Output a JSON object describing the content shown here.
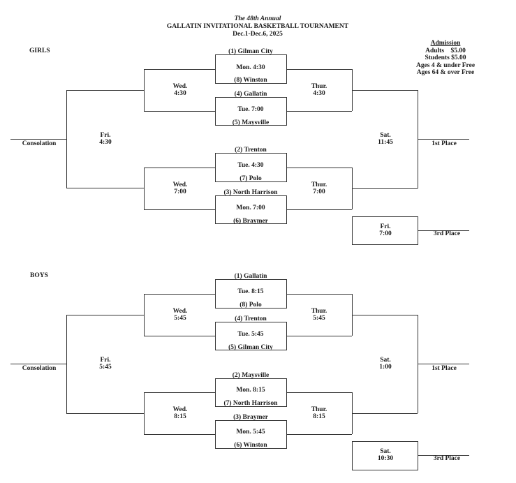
{
  "header": {
    "subtitle": "The 48th Annual",
    "title": "GALLATIN INVITATIONAL BASKETBALL TOURNAMENT",
    "dates": "Dec.1-Dec.6, 2025"
  },
  "admission": {
    "heading": "Admission",
    "lines": [
      "Adults    $5.00",
      "Students $5.00",
      "Ages 4 & under Free",
      "Ages 64 & over Free"
    ]
  },
  "girls": {
    "label": "GIRLS",
    "first_round": [
      {
        "top_team": "(1) Gilman City",
        "time": "Mon. 4:30",
        "bottom_team": "(8) Winston"
      },
      {
        "top_team": "(4) Gallatin",
        "time": "Tue. 7:00",
        "bottom_team": "(5) Maysville"
      },
      {
        "top_team": "(2) Trenton",
        "time": "Tue. 4:30",
        "bottom_team": "(7) Polo"
      },
      {
        "top_team": "(3) North Harrison",
        "time": "Mon. 7:00",
        "bottom_team": "(6) Braymer"
      }
    ],
    "consolation_semis": [
      {
        "day": "Wed.",
        "time": "4:30"
      },
      {
        "day": "Wed.",
        "time": "7:00"
      }
    ],
    "winner_semis": [
      {
        "day": "Thur.",
        "time": "4:30"
      },
      {
        "day": "Thur.",
        "time": "7:00"
      }
    ],
    "consolation_final": {
      "day": "Fri.",
      "time": "4:30",
      "label": "Consolation"
    },
    "championship": {
      "day": "Sat.",
      "time": "11:45",
      "label": "1st Place"
    },
    "third_place": {
      "day": "Fri.",
      "time": "7:00",
      "label": "3rd Place"
    }
  },
  "boys": {
    "label": "BOYS",
    "first_round": [
      {
        "top_team": "(1) Gallatin",
        "time": "Tue. 8:15",
        "bottom_team": "(8) Polo"
      },
      {
        "top_team": "(4) Trenton",
        "time": "Tue. 5:45",
        "bottom_team": "(5) Gilman City"
      },
      {
        "top_team": "(2) Maysville",
        "time": "Mon. 8:15",
        "bottom_team": "(7) North Harrison"
      },
      {
        "top_team": "(3) Braymer",
        "time": "Mon. 5:45",
        "bottom_team": "(6) Winston"
      }
    ],
    "consolation_semis": [
      {
        "day": "Wed.",
        "time": "5:45"
      },
      {
        "day": "Wed.",
        "time": "8:15"
      }
    ],
    "winner_semis": [
      {
        "day": "Thur.",
        "time": "5:45"
      },
      {
        "day": "Thur.",
        "time": "8:15"
      }
    ],
    "consolation_final": {
      "day": "Fri.",
      "time": "5:45",
      "label": "Consolation"
    },
    "championship": {
      "day": "Sat.",
      "time": "1:00",
      "label": "1st Place"
    },
    "third_place": {
      "day": "Sat.",
      "time": "10:30",
      "label": "3rd Place"
    }
  }
}
